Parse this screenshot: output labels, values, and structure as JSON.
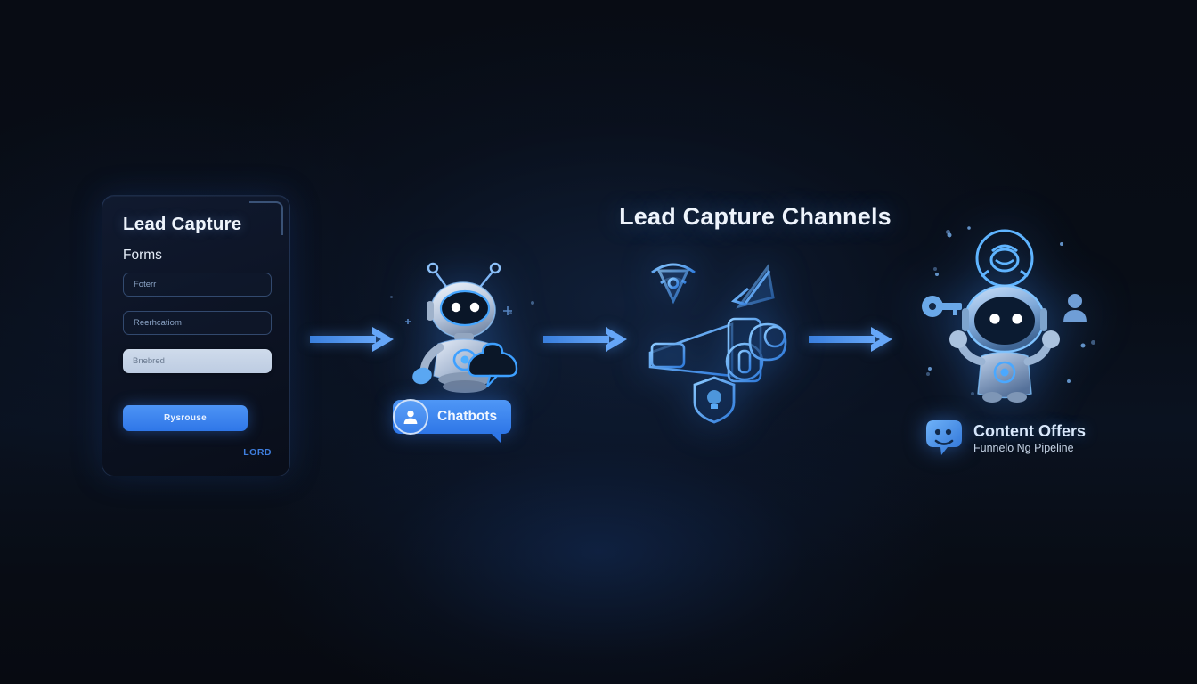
{
  "meta": {
    "headline": "Lead Capture Channels",
    "accent_color": "#3d81ea",
    "background_color": "#080c14",
    "text_color": "#eef4fc"
  },
  "card": {
    "title": "Lead Capture",
    "subtitle": "Forms",
    "fields": [
      {
        "name": "field-one",
        "value": "Foterr",
        "style": "outline"
      },
      {
        "name": "field-two",
        "value": "Reerhcatiom",
        "style": "outline"
      },
      {
        "name": "field-three",
        "value": "Bnebred",
        "style": "filled"
      }
    ],
    "submit_label": "Rysrouse",
    "footer_label": "LORD",
    "corner_accent": "corner-bracket"
  },
  "flow": {
    "arrows": [
      {
        "name": "arrow-one"
      },
      {
        "name": "arrow-two"
      },
      {
        "name": "arrow-three"
      }
    ],
    "nodes": [
      {
        "name": "robot-assistant",
        "icon": "robot-icon"
      },
      {
        "name": "channel-icon-cluster",
        "icon": "icon-cluster"
      },
      {
        "name": "robot-celebrating",
        "icon": "robot-icon"
      }
    ]
  },
  "labels": {
    "chatbots": {
      "text": "Chatbots",
      "avatar_icon": "user-avatar-icon"
    },
    "content_offers": {
      "title": "Content Offers",
      "subtitle": "Funnelo Ng Pipeline",
      "icon": "chat-cloud-icon"
    }
  },
  "cluster_icons": [
    {
      "name": "wifi-signal-icon"
    },
    {
      "name": "rocket-arrow-icon"
    },
    {
      "name": "megaphone-funnel-icon"
    },
    {
      "name": "power-button-icon"
    },
    {
      "name": "shield-lightbulb-icon"
    }
  ],
  "robot2_icons": [
    {
      "name": "badge-ring-icon"
    },
    {
      "name": "key-icon"
    },
    {
      "name": "person-silhouette-icon"
    }
  ]
}
